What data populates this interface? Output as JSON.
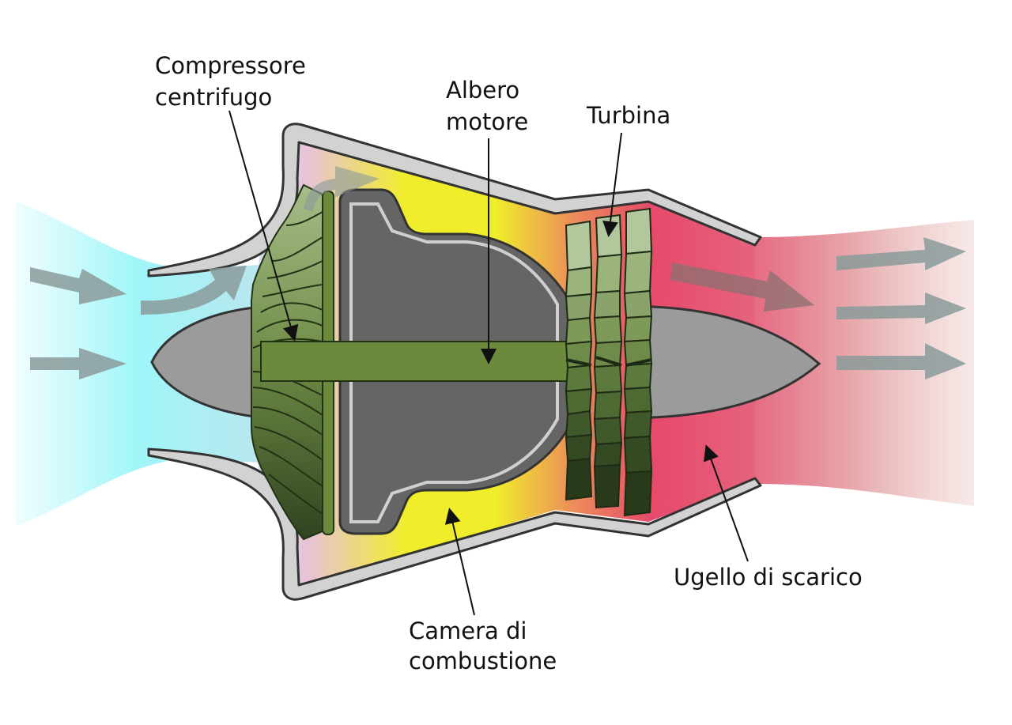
{
  "labels": {
    "compressor_line1": "Compressore",
    "compressor_line2": "centrifugo",
    "shaft_line1": "Albero",
    "shaft_line2": "motore",
    "turbine": "Turbina",
    "combustion_line1": "Camera di",
    "combustion_line2": "combustione",
    "nozzle": "Ugello di scarico"
  },
  "colors": {
    "inlet_air": "#9ff6f8",
    "compressed_air": "#e8c2d6",
    "combustion_hot": "#f0ee2a",
    "turbine_hot": "#e64a6a",
    "exhaust": "#e7a6a9",
    "casing": "#d2d2d2",
    "core": "#656565",
    "spinner": "#9b9b9b",
    "shaft": "#6b8a3c",
    "arrow": "#8a9a9a"
  }
}
